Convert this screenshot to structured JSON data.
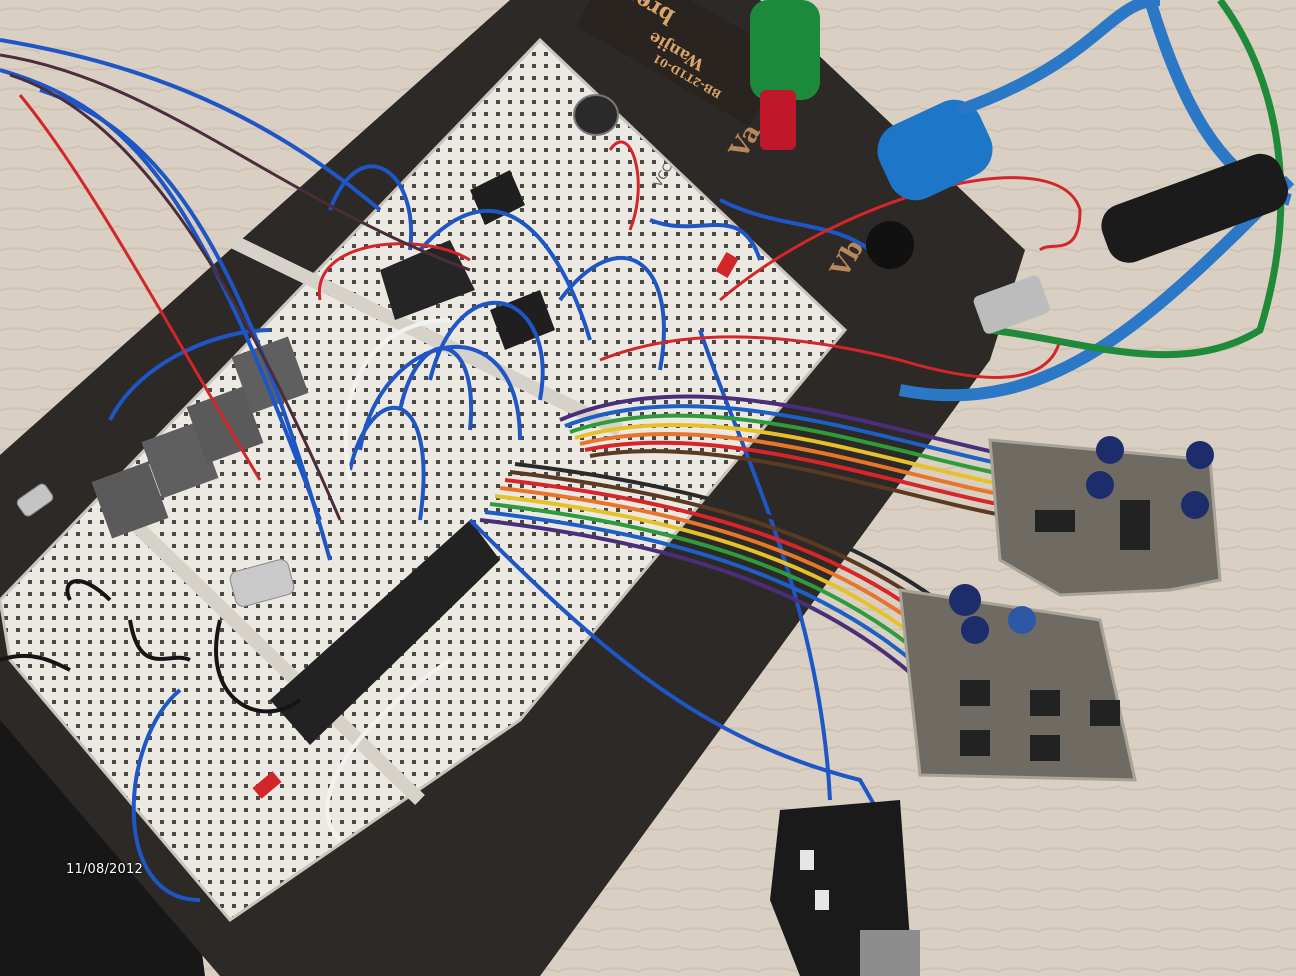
{
  "scene": {
    "date_stamp": "11/08/2012",
    "board_brand": "bread board",
    "board_maker": "Wanjie",
    "board_model": "BB-2T1D-01",
    "terminal_a_label": "Va",
    "terminal_b_label": "Vb",
    "vcc_label": "VCC",
    "colors": {
      "table": "#d9cfc2",
      "base_plate": "#2c2926",
      "breadboard": "#ece9e2",
      "wire_blue": "#1f56c6",
      "wire_red": "#d3262a",
      "terminal_green": "#1c8a3c",
      "terminal_red": "#c0182a",
      "pcb": "#6f6b63",
      "ribbon": [
        "#4a2e7a",
        "#1d5fc4",
        "#2e9c3a",
        "#e6c22a",
        "#e8752a",
        "#d6262a",
        "#5a3a22",
        "#2a2a2a"
      ]
    }
  }
}
